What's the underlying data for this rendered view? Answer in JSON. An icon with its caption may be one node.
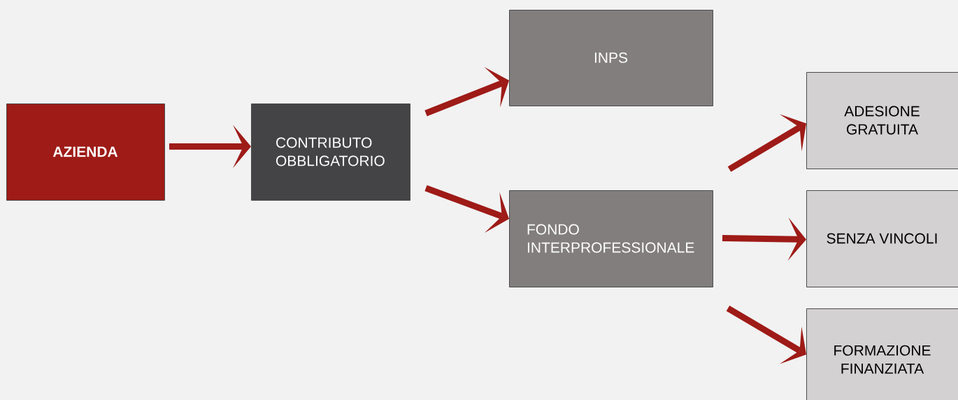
{
  "diagram": {
    "nodes": [
      {
        "text": [
          "AZIENDA"
        ]
      },
      {
        "text": [
          "CONTRIBUTO OBBLIGATORIO"
        ]
      },
      {
        "text": [
          "INPS"
        ]
      },
      {
        "text": [
          "FONDO INTERPROFESSIONALE"
        ]
      },
      {
        "text": [
          "ADESIONE GRATUITA"
        ]
      },
      {
        "text": [
          "SENZA VINCOLI"
        ]
      },
      {
        "text": [
          "FORMAZIONE FINANZIATA"
        ]
      }
    ],
    "edges": [
      {
        "from": 0,
        "to": 1,
        "arrow": "to"
      },
      {
        "from": 1,
        "to": 2,
        "arrow": "to"
      },
      {
        "from": 1,
        "to": 3,
        "arrow": "to"
      },
      {
        "from": 3,
        "to": 4,
        "arrow": "to"
      },
      {
        "from": 3,
        "to": 5,
        "arrow": "to"
      },
      {
        "from": 3,
        "to": 6,
        "arrow": "to"
      }
    ]
  }
}
